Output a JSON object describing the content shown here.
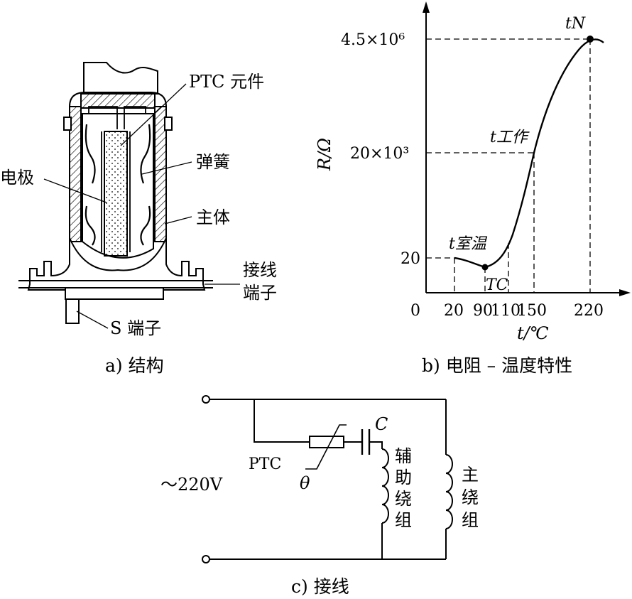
{
  "panel_a": {
    "caption": "a) 结构",
    "labels": {
      "ptc_element": "PTC 元件",
      "spring": "弹簧",
      "electrode": "电极",
      "main_body": "主体",
      "terminal_line1": "接线",
      "terminal_line2": "端子",
      "s_terminal": "S 端子"
    }
  },
  "panel_b": {
    "caption": "b) 电阻 – 温度特性",
    "ylabel": "R/Ω",
    "xlabel": "t/℃",
    "origin": "0",
    "y_ticks": [
      "20",
      "20×10³",
      "4.5×10⁶"
    ],
    "x_ticks": [
      "20",
      "90",
      "110",
      "150",
      "220"
    ],
    "annotations": {
      "t_room": "t室温",
      "t_c": "TC",
      "t_work": "t工作",
      "t_n": "tN"
    }
  },
  "panel_c": {
    "caption": "c) 接线",
    "supply": "～220V",
    "ptc": "PTC",
    "theta": "θ",
    "capacitor": "C",
    "aux_winding": [
      "辅",
      "助",
      "绕",
      "组"
    ],
    "main_winding": [
      "主",
      "绕",
      "组"
    ]
  },
  "chart_data": {
    "type": "line",
    "xlabel": "t/℃",
    "ylabel": "R/Ω",
    "x_ticks": [
      20,
      90,
      110,
      150,
      220
    ],
    "y_ticks": [
      "20",
      "20×10³",
      "4.5×10⁶"
    ],
    "points": [
      {
        "x": 20,
        "y": "20",
        "label": "t室温"
      },
      {
        "x": 90,
        "y": "min",
        "label": "TC"
      },
      {
        "x": 150,
        "y": "20×10³",
        "label": "t工作"
      },
      {
        "x": 220,
        "y": "4.5×10⁶",
        "label": "tN"
      }
    ]
  }
}
